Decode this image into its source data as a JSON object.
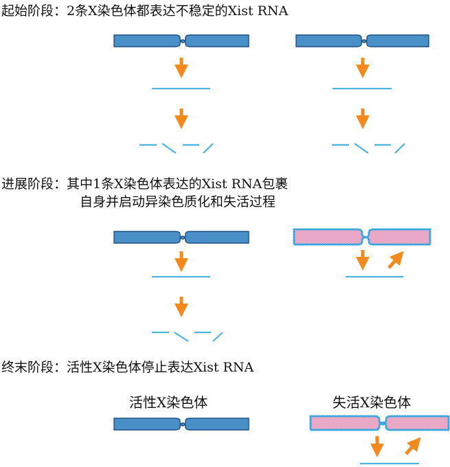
{
  "stage1": {
    "title": "起始阶段：2条X染色体都表达不稳定的Xist RNA"
  },
  "stage2": {
    "title_line1": "进展阶段：其中1条X染色体表达的Xist RNA包裹",
    "title_line2": "自身并启动异染色质化和失活过程"
  },
  "stage3": {
    "title": "终末阶段：活性X染色体停止表达Xist RNA",
    "active_label": "活性X染色体",
    "inactive_label": "失活X染色体"
  },
  "colors": {
    "chromosome_fill": "#4a90c8",
    "chromosome_stroke": "#1f4f82",
    "rna": "#4ab3e0",
    "arrow": "#f28a1e",
    "coat_fill": "#e9a9c6",
    "coat_dots": "#3aa7df"
  }
}
